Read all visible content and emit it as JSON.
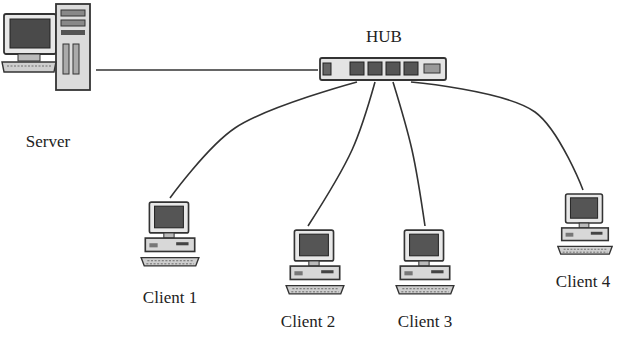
{
  "diagram": {
    "nodes": [
      {
        "text": [
          "Server"
        ]
      },
      {
        "text": [
          "HUB"
        ]
      },
      {
        "text": [
          "Client 1"
        ]
      },
      {
        "text": [
          "Client 2"
        ]
      },
      {
        "text": [
          "Client 3"
        ]
      },
      {
        "text": [
          "Client 4"
        ]
      }
    ],
    "edges": [
      {
        "from": 0,
        "to": 1,
        "arrow": "none"
      },
      {
        "from": 1,
        "to": 2,
        "arrow": "none"
      },
      {
        "from": 1,
        "to": 3,
        "arrow": "none"
      },
      {
        "from": 1,
        "to": 4,
        "arrow": "none"
      },
      {
        "from": 1,
        "to": 5,
        "arrow": "none"
      }
    ]
  }
}
